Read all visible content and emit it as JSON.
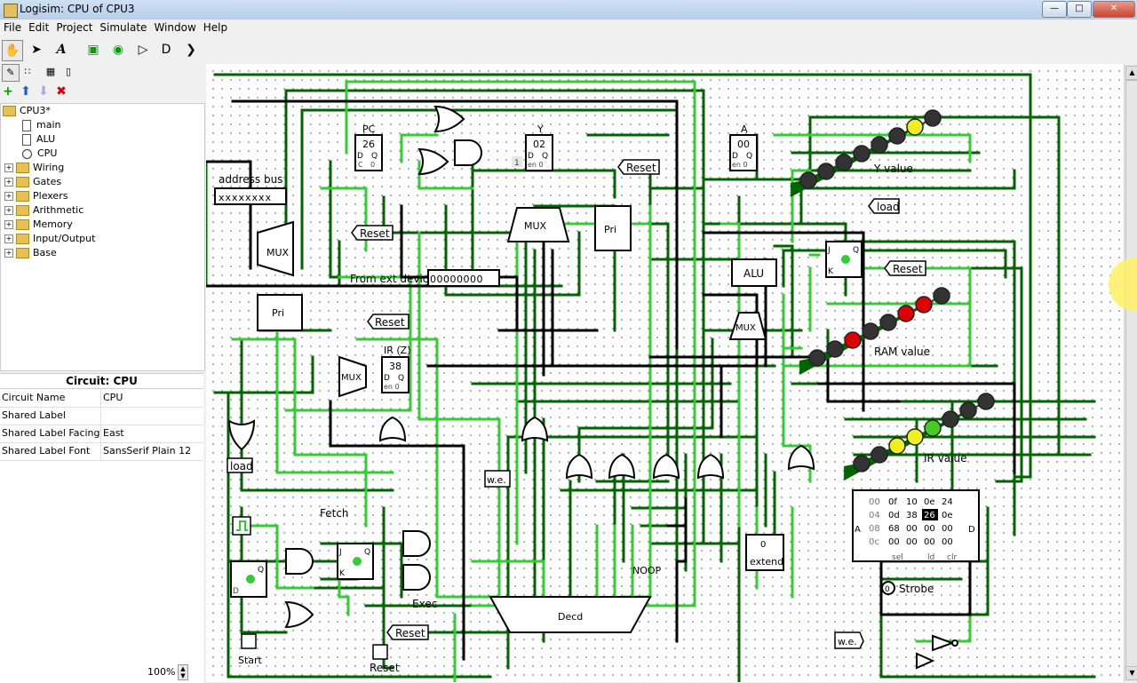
{
  "window": {
    "title": "Logisim: CPU of CPU3"
  },
  "menu": [
    "File",
    "Edit",
    "Project",
    "Simulate",
    "Window",
    "Help"
  ],
  "tree": {
    "root": "CPU3*",
    "circuits": [
      "main",
      "ALU",
      "CPU"
    ],
    "libraries": [
      "Wiring",
      "Gates",
      "Plexers",
      "Arithmetic",
      "Memory",
      "Input/Output",
      "Base"
    ]
  },
  "props": {
    "title": "Circuit: CPU",
    "rows": [
      {
        "key": "Circuit Name",
        "value": "CPU"
      },
      {
        "key": "Shared Label",
        "value": ""
      },
      {
        "key": "Shared Label Facing",
        "value": "East"
      },
      {
        "key": "Shared Label Font",
        "value": "SansSerif Plain 12"
      }
    ]
  },
  "zoom": "100%",
  "canvas": {
    "address_bus_label": "address bus",
    "address_bus_value": "xxxxxxxx",
    "ext_device_label": "From ext device",
    "ext_device_value": "00000000",
    "pc": {
      "label": "PC",
      "value": "26"
    },
    "y": {
      "label": "Y",
      "value": "02"
    },
    "a": {
      "label": "A",
      "value": "00"
    },
    "ir": {
      "label": "IR (Z)",
      "value": "38"
    },
    "reset": "Reset",
    "load": "load",
    "mux": "MUX",
    "pri": "Pri",
    "alu": "ALU",
    "decd": "Decd",
    "noop": "NOOP",
    "fetch": "Fetch",
    "exec": "Exec",
    "we": "w.e.",
    "start": "Start",
    "strobe": "Strobe",
    "extend": "extend",
    "y_value": "Y value",
    "ram_value": "RAM value",
    "ir_value": "IR value",
    "ram": {
      "addrs": [
        "00",
        "04",
        "08",
        "0c"
      ],
      "rows": [
        [
          "0f",
          "10",
          "0e",
          "24"
        ],
        [
          "0d",
          "38",
          "26",
          "0e"
        ],
        [
          "68",
          "00",
          "00",
          "00"
        ],
        [
          "00",
          "00",
          "00",
          "00"
        ]
      ],
      "sel": "sel",
      "ld": "ld",
      "clr": "clr"
    },
    "colors": {
      "wire_on": "#33cc33",
      "wire_off": "#006400",
      "led_off": "#333333",
      "led_yellow": "#eeee22",
      "led_red": "#dd0000",
      "led_green": "#44cc22"
    }
  }
}
